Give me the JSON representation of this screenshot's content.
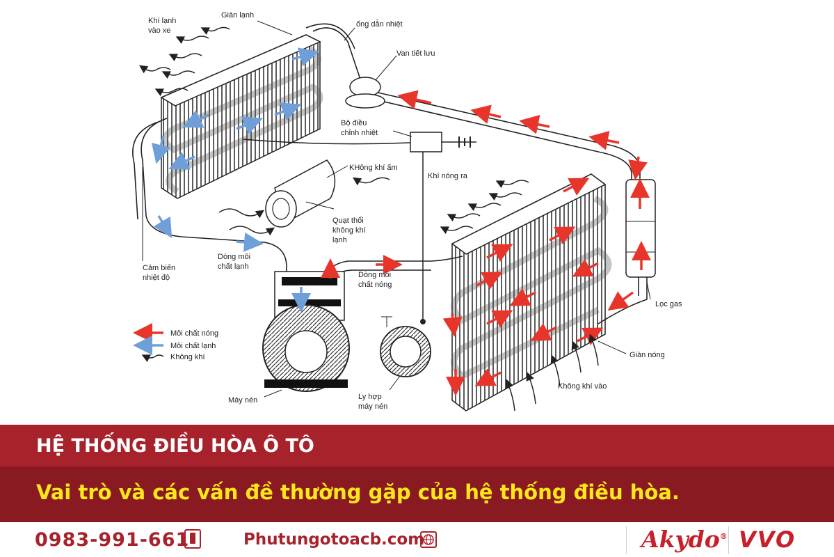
{
  "diagram": {
    "labels": {
      "khi_lanh": "Khí lạnh",
      "vao_xe": "vào xe",
      "gian_lanh": "Giàn lạnh",
      "ong_dan_nhiet": "ống dẫn nhiệt",
      "van_tiet_luu": "Van tiết lưu",
      "bo_dieu": "Bộ điều",
      "chinh_nhiet": "chỉnh nhiệt",
      "khong_khi_am": "KHông khí ấm",
      "khi_nong_ra": "Khí nóng ra",
      "quat_thoi": "Quạt thổi",
      "khong_khi_lanh_1": "không khí",
      "khong_khi_lanh_2": "lạnh",
      "dong_moi_lanh_1": "Dòng môi",
      "dong_moi_lanh_2": "chất lạnh",
      "dong_moi_nong_1": "Dòng môi",
      "dong_moi_nong_2": "chất nóng",
      "cam_bien_1": "Cảm biến",
      "cam_bien_2": "nhiệt độ",
      "loc_gas": "Lọc gas",
      "gian_nong": "Giàn nóng",
      "khong_khi_vao": "Không khí vào",
      "may_nen": "Máy nén",
      "ly_hop_1": "Ly hợp",
      "ly_hop_2": "máy nén"
    },
    "legend": {
      "hot": "Môi chất nóng",
      "cold": "Môi chất lạnh",
      "air": "Không khí"
    },
    "colors": {
      "hot": "#e8352b",
      "cold": "#6f9fd8",
      "line": "#222222"
    }
  },
  "banner": {
    "title": "HỆ THỐNG ĐIỀU HÒA Ô TÔ",
    "subtitle": "Vai trò và các vấn đề thường gặp của hệ thống điều hòa."
  },
  "footer": {
    "phone": "0983-991-661",
    "phone_icon": "phone-icon",
    "website": "Phutungotoacb.com",
    "website_icon": "globe-icon",
    "logo1": "Akydo",
    "logo1_mark": "®",
    "logo2": "VVO"
  },
  "theme": {
    "banner_red": "#a8222c",
    "banner_dark": "#8a1a22",
    "subtitle_yellow": "#ffe81a"
  }
}
